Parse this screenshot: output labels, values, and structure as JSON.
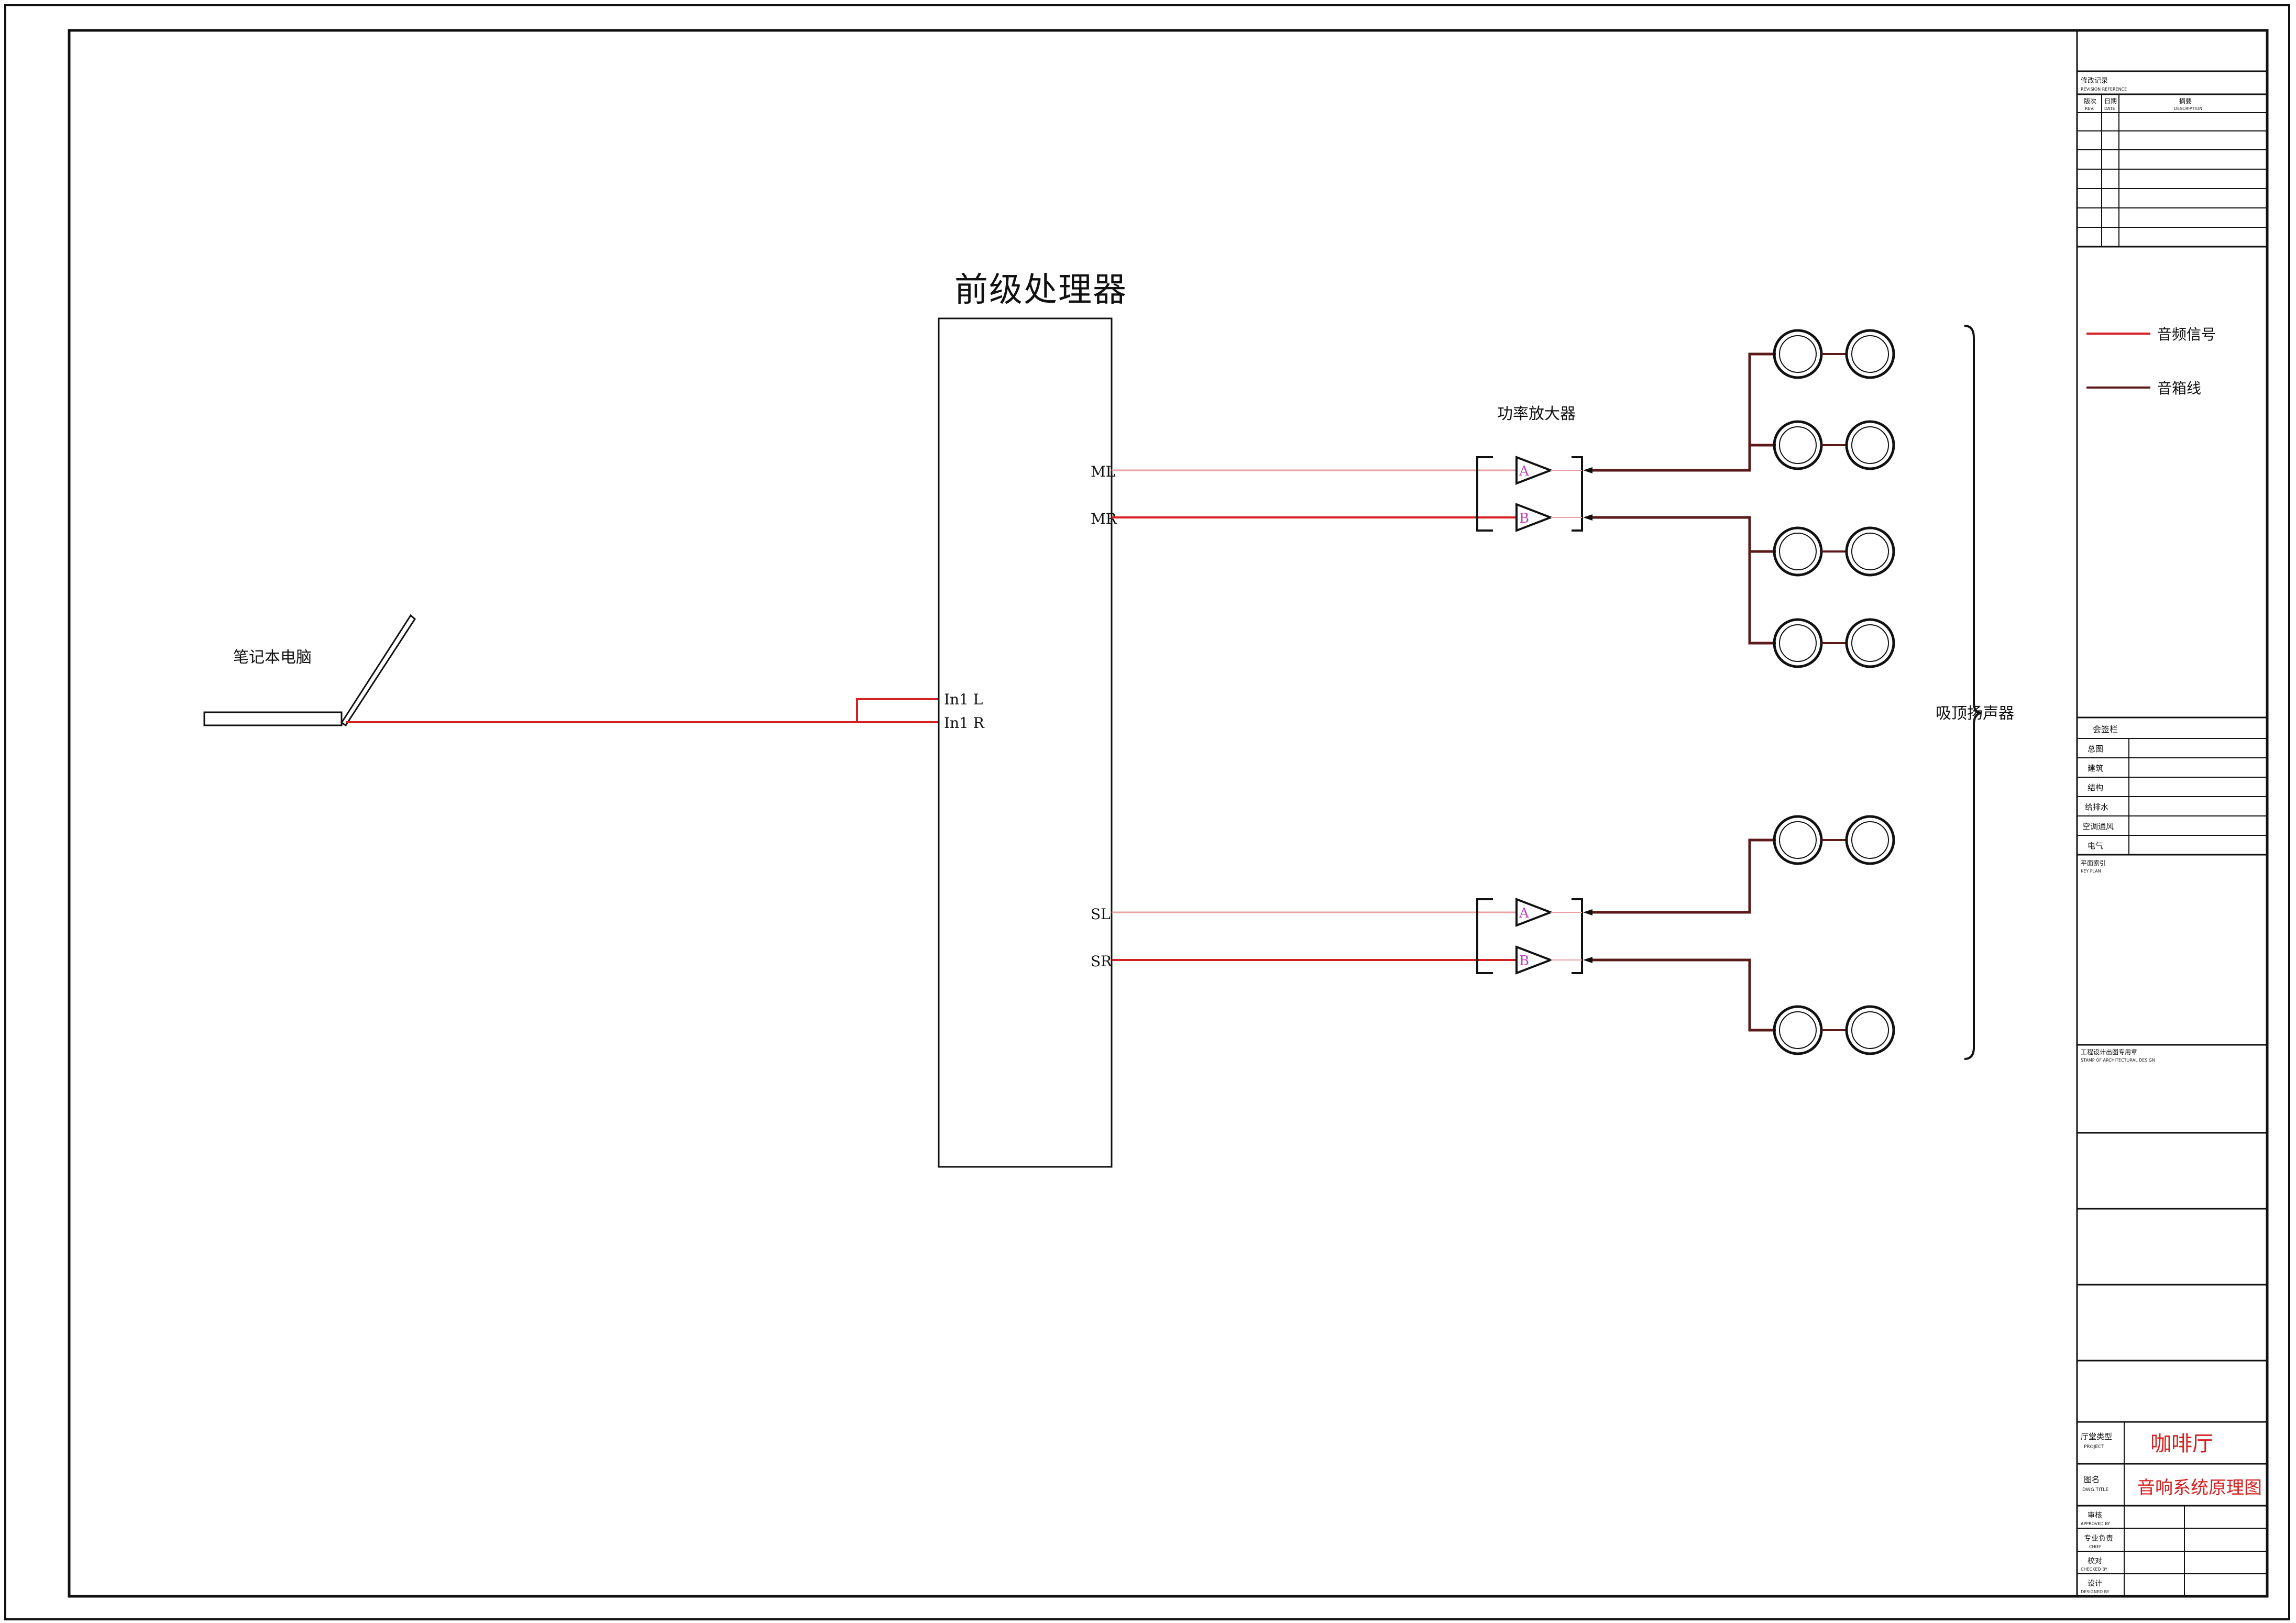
{
  "labels": {
    "processor_title": "前级处理器",
    "laptop": "笔记本电脑",
    "amplifier": "功率放大器",
    "speakers": "吸顶扬声器",
    "port_in_l": "In1 L",
    "port_in_r": "In1 R",
    "port_ml": "ML",
    "port_mr": "MR",
    "port_sl": "SL",
    "port_sr": "SR",
    "amp_a": "A",
    "amp_b": "B"
  },
  "legend": {
    "audio_signal": "音频信号",
    "speaker_wire": "音箱线"
  },
  "colors": {
    "signal_line": "#d42020",
    "signal_line_light": "#e8a0a0",
    "speaker_wire": "#5a1a1a",
    "amp_letter": "#c040c0",
    "title_red": "#d42020",
    "line": "#111111"
  },
  "title_block": {
    "revision_title": "修改记录",
    "revision_title_en": "REVISION REFERENCE",
    "rev_col_no": "版次",
    "rev_col_no_en": "REV.",
    "rev_col_date": "日期",
    "rev_col_date_en": "DATE",
    "rev_col_desc": "摘要",
    "rev_col_desc_en": "DESCRIPTION",
    "sign_title": "会签栏",
    "sign_rows": [
      "总图",
      "建筑",
      "结构",
      "给排水",
      "空调通风",
      "电气"
    ],
    "key_plan": "平面索引",
    "key_plan_en": "KEY PLAN",
    "stamp": "工程设计出图专用章",
    "stamp_en": "STAMP OF ARCHITECTURAL DESIGN",
    "project_label": "厅堂类型",
    "project_label_en": "PROJECT",
    "project_value": "咖啡厅",
    "drawing_label": "图名",
    "drawing_label_en": "DWG.TITLE",
    "drawing_value": "音响系统原理图",
    "approved": "审核",
    "approved_en": "APPROVED BY",
    "chief": "专业负责",
    "chief_en": "CHIEF",
    "checked": "校对",
    "checked_en": "CHECKED BY",
    "designed": "设计",
    "designed_en": "DESIGNED BY"
  }
}
